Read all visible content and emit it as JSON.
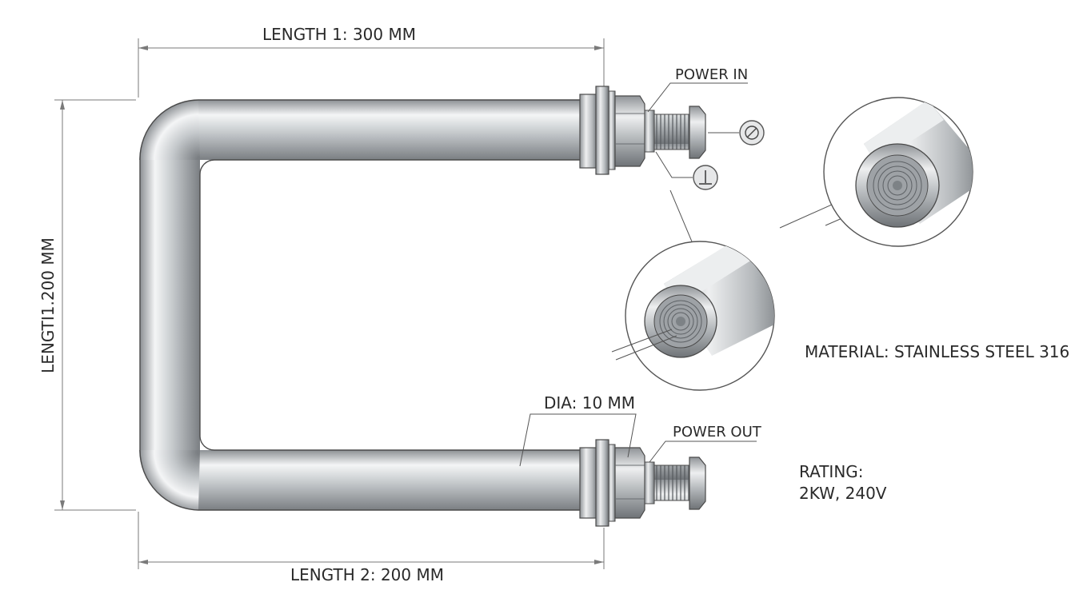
{
  "labels": {
    "length1_top": "LENGTH 1: 300 MM",
    "length_left": "LENGTI1.200 MM",
    "length2_bottom": "LENGTH 2: 200 MM",
    "power_in": "POWER IN",
    "power_out": "POWER OUT",
    "diameter": "DIA: 10 MM",
    "material": "MATERIAL: STAINLESS STEEL 316",
    "rating_title": "RATING:",
    "rating_value": "2KW, 240V"
  },
  "symbols": {
    "phase_symbol": "no-entry-circle-icon",
    "ground_symbol": "ground-circle-icon"
  },
  "colors": {
    "steel_light": "#f2f3f4",
    "steel_mid": "#b9bdc1",
    "steel_dark": "#7d8286",
    "line": "#4a4a4a"
  }
}
